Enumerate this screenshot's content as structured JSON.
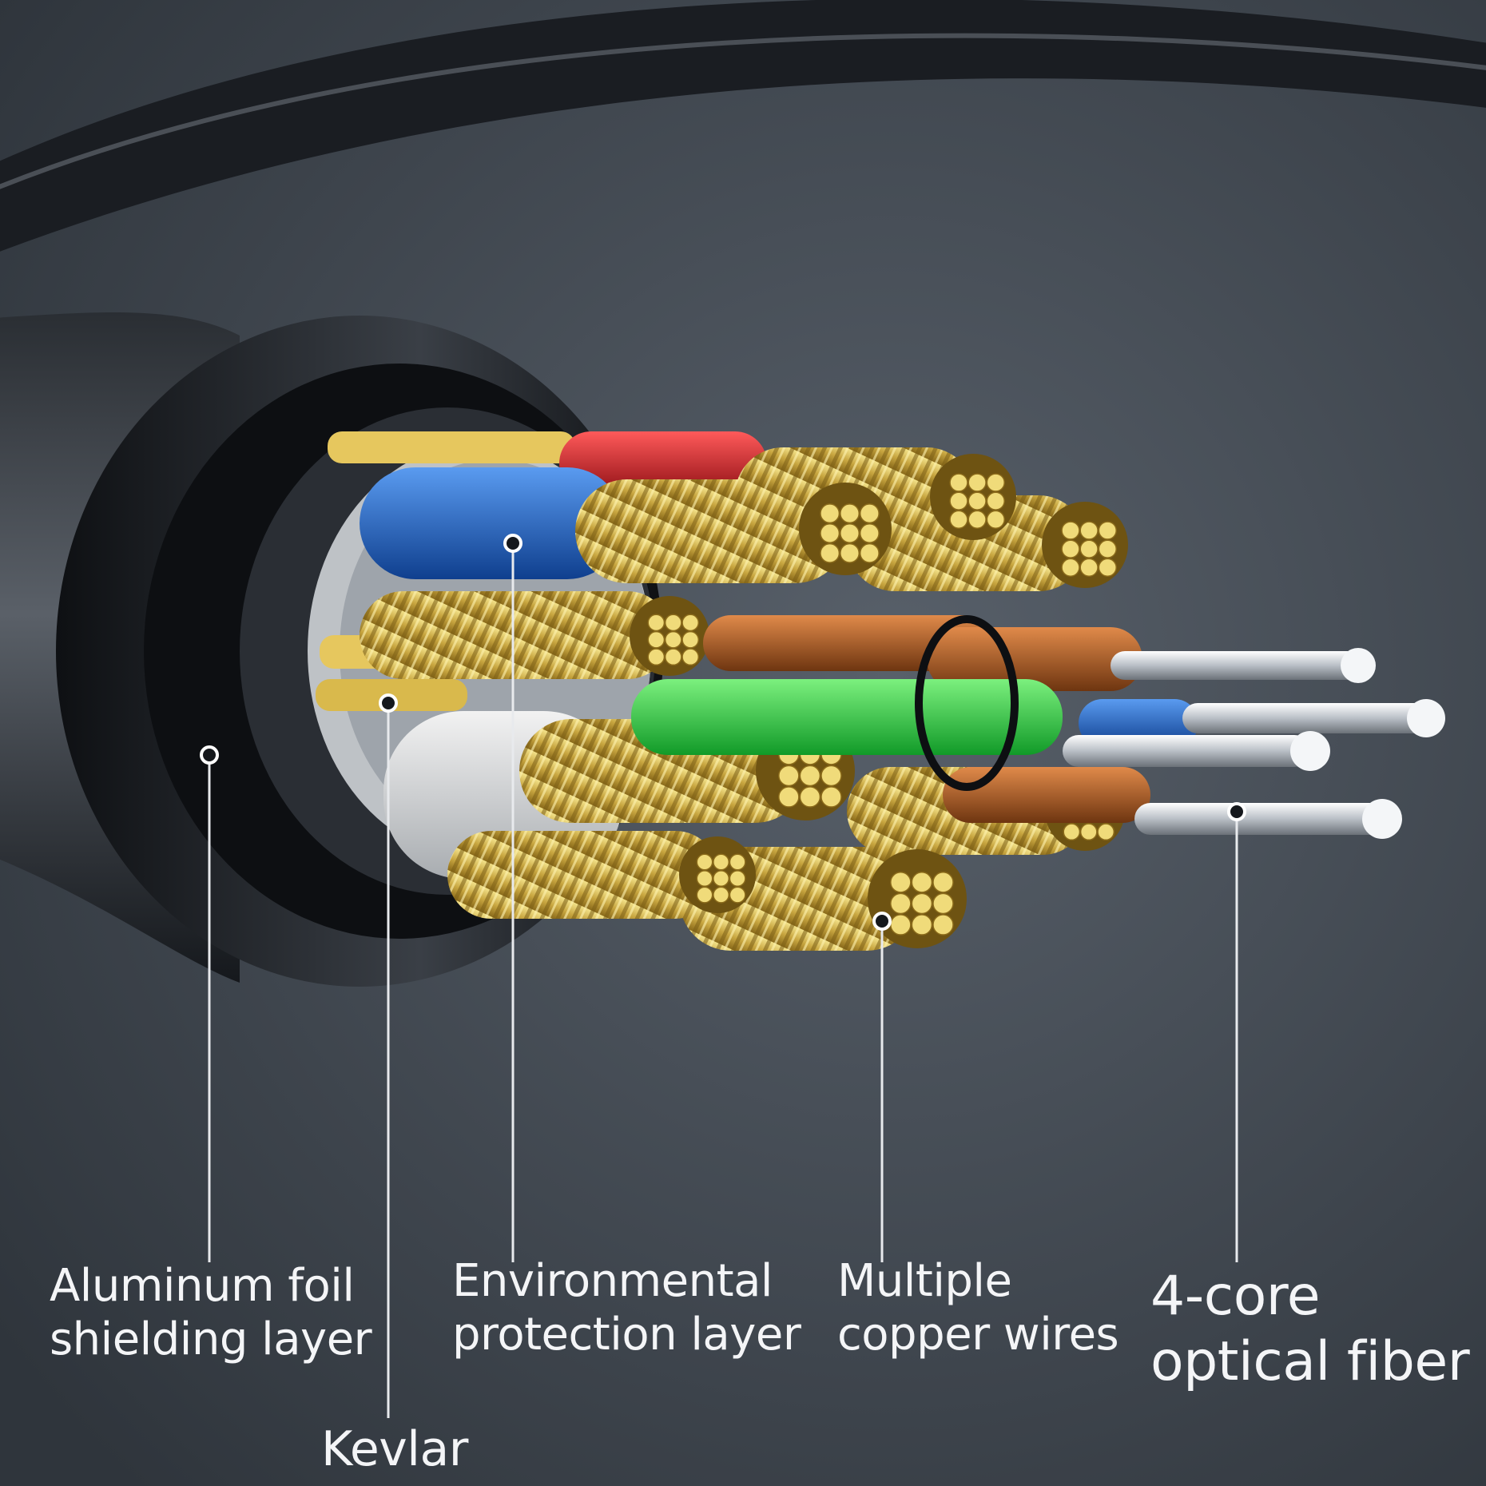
{
  "labels": {
    "aluminum_foil": {
      "line1": "Aluminum foil",
      "line2": "shielding layer"
    },
    "kevlar": "Kevlar",
    "environmental": {
      "line1": "Environmental",
      "line2": "protection layer"
    },
    "copper": {
      "line1": "Multiple",
      "line2": "copper wires"
    },
    "fiber": {
      "line1": "4-core",
      "line2": "optical fiber"
    }
  },
  "colors": {
    "background": "#3f464f",
    "outer_jacket": "#15181c",
    "copper_gold": "#d8c05a",
    "blue_insulation": "#1e63c8",
    "red_insulation": "#d01e24",
    "green_insulation": "#22c83a",
    "brown_insulation": "#b0602a",
    "fiber_silver": "#d9dde2",
    "text": "#f4f5f7"
  }
}
